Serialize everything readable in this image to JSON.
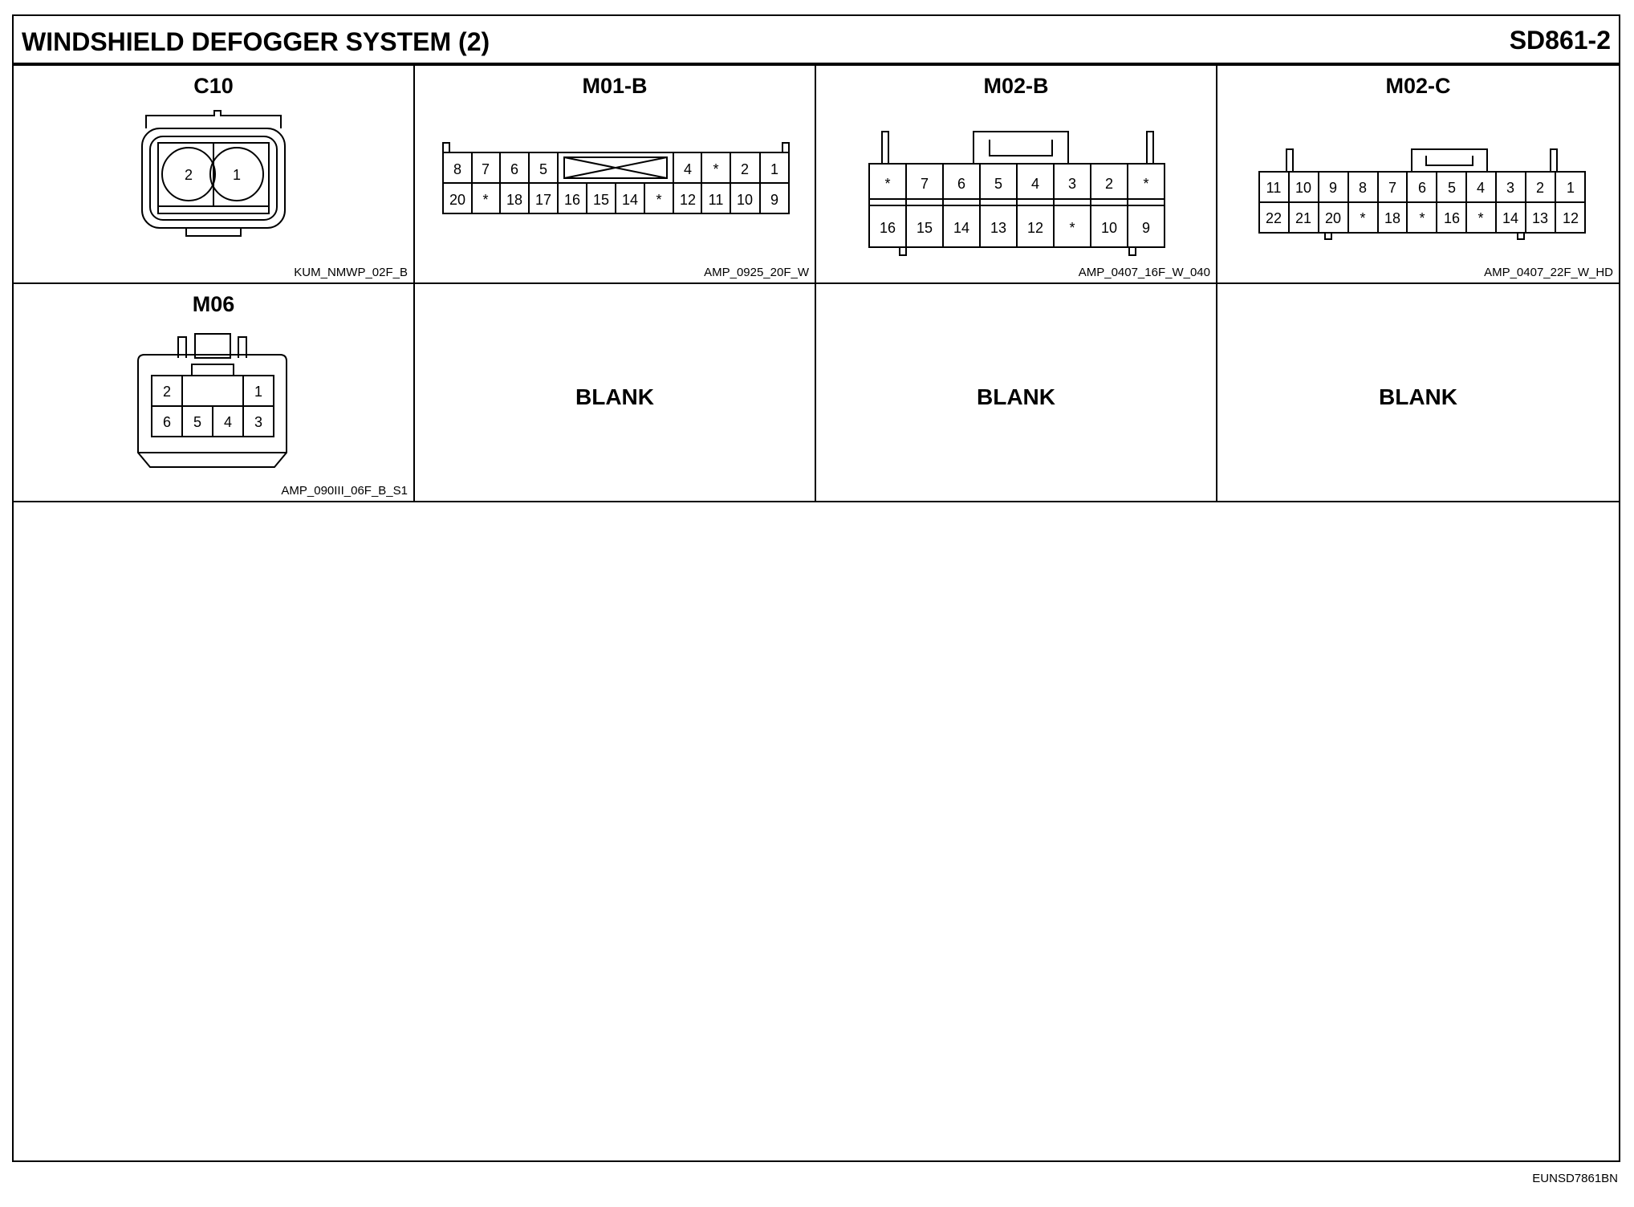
{
  "header": {
    "title": "WINDSHIELD DEFOGGER SYSTEM (2)",
    "code": "SD861-2"
  },
  "footer": {
    "code": "EUNSD7861BN"
  },
  "connectors": {
    "c10": {
      "name": "C10",
      "part": "KUM_NMWP_02F_B",
      "pins": [
        "2",
        "1"
      ]
    },
    "m01b": {
      "name": "M01-B",
      "part": "AMP_0925_20F_W",
      "top_row": [
        "8",
        "7",
        "6",
        "5",
        "4",
        "*",
        "2",
        "1"
      ],
      "bottom_row": [
        "20",
        "*",
        "18",
        "17",
        "16",
        "15",
        "14",
        "*",
        "12",
        "11",
        "10",
        "9"
      ]
    },
    "m02b": {
      "name": "M02-B",
      "part": "AMP_0407_16F_W_040",
      "top_row": [
        "*",
        "7",
        "6",
        "5",
        "4",
        "3",
        "2",
        "*"
      ],
      "bottom_row": [
        "16",
        "15",
        "14",
        "13",
        "12",
        "*",
        "10",
        "9"
      ]
    },
    "m02c": {
      "name": "M02-C",
      "part": "AMP_0407_22F_W_HD",
      "top_row": [
        "11",
        "10",
        "9",
        "8",
        "7",
        "6",
        "5",
        "4",
        "3",
        "2",
        "1"
      ],
      "bottom_row": [
        "22",
        "21",
        "20",
        "*",
        "18",
        "*",
        "16",
        "*",
        "14",
        "13",
        "12"
      ]
    },
    "m06": {
      "name": "M06",
      "part": "AMP_090III_06F_B_S1",
      "top_row": [
        "2",
        "1"
      ],
      "bottom_row": [
        "6",
        "5",
        "4",
        "3"
      ]
    }
  },
  "blank_cells": [
    "BLANK",
    "BLANK",
    "BLANK"
  ]
}
